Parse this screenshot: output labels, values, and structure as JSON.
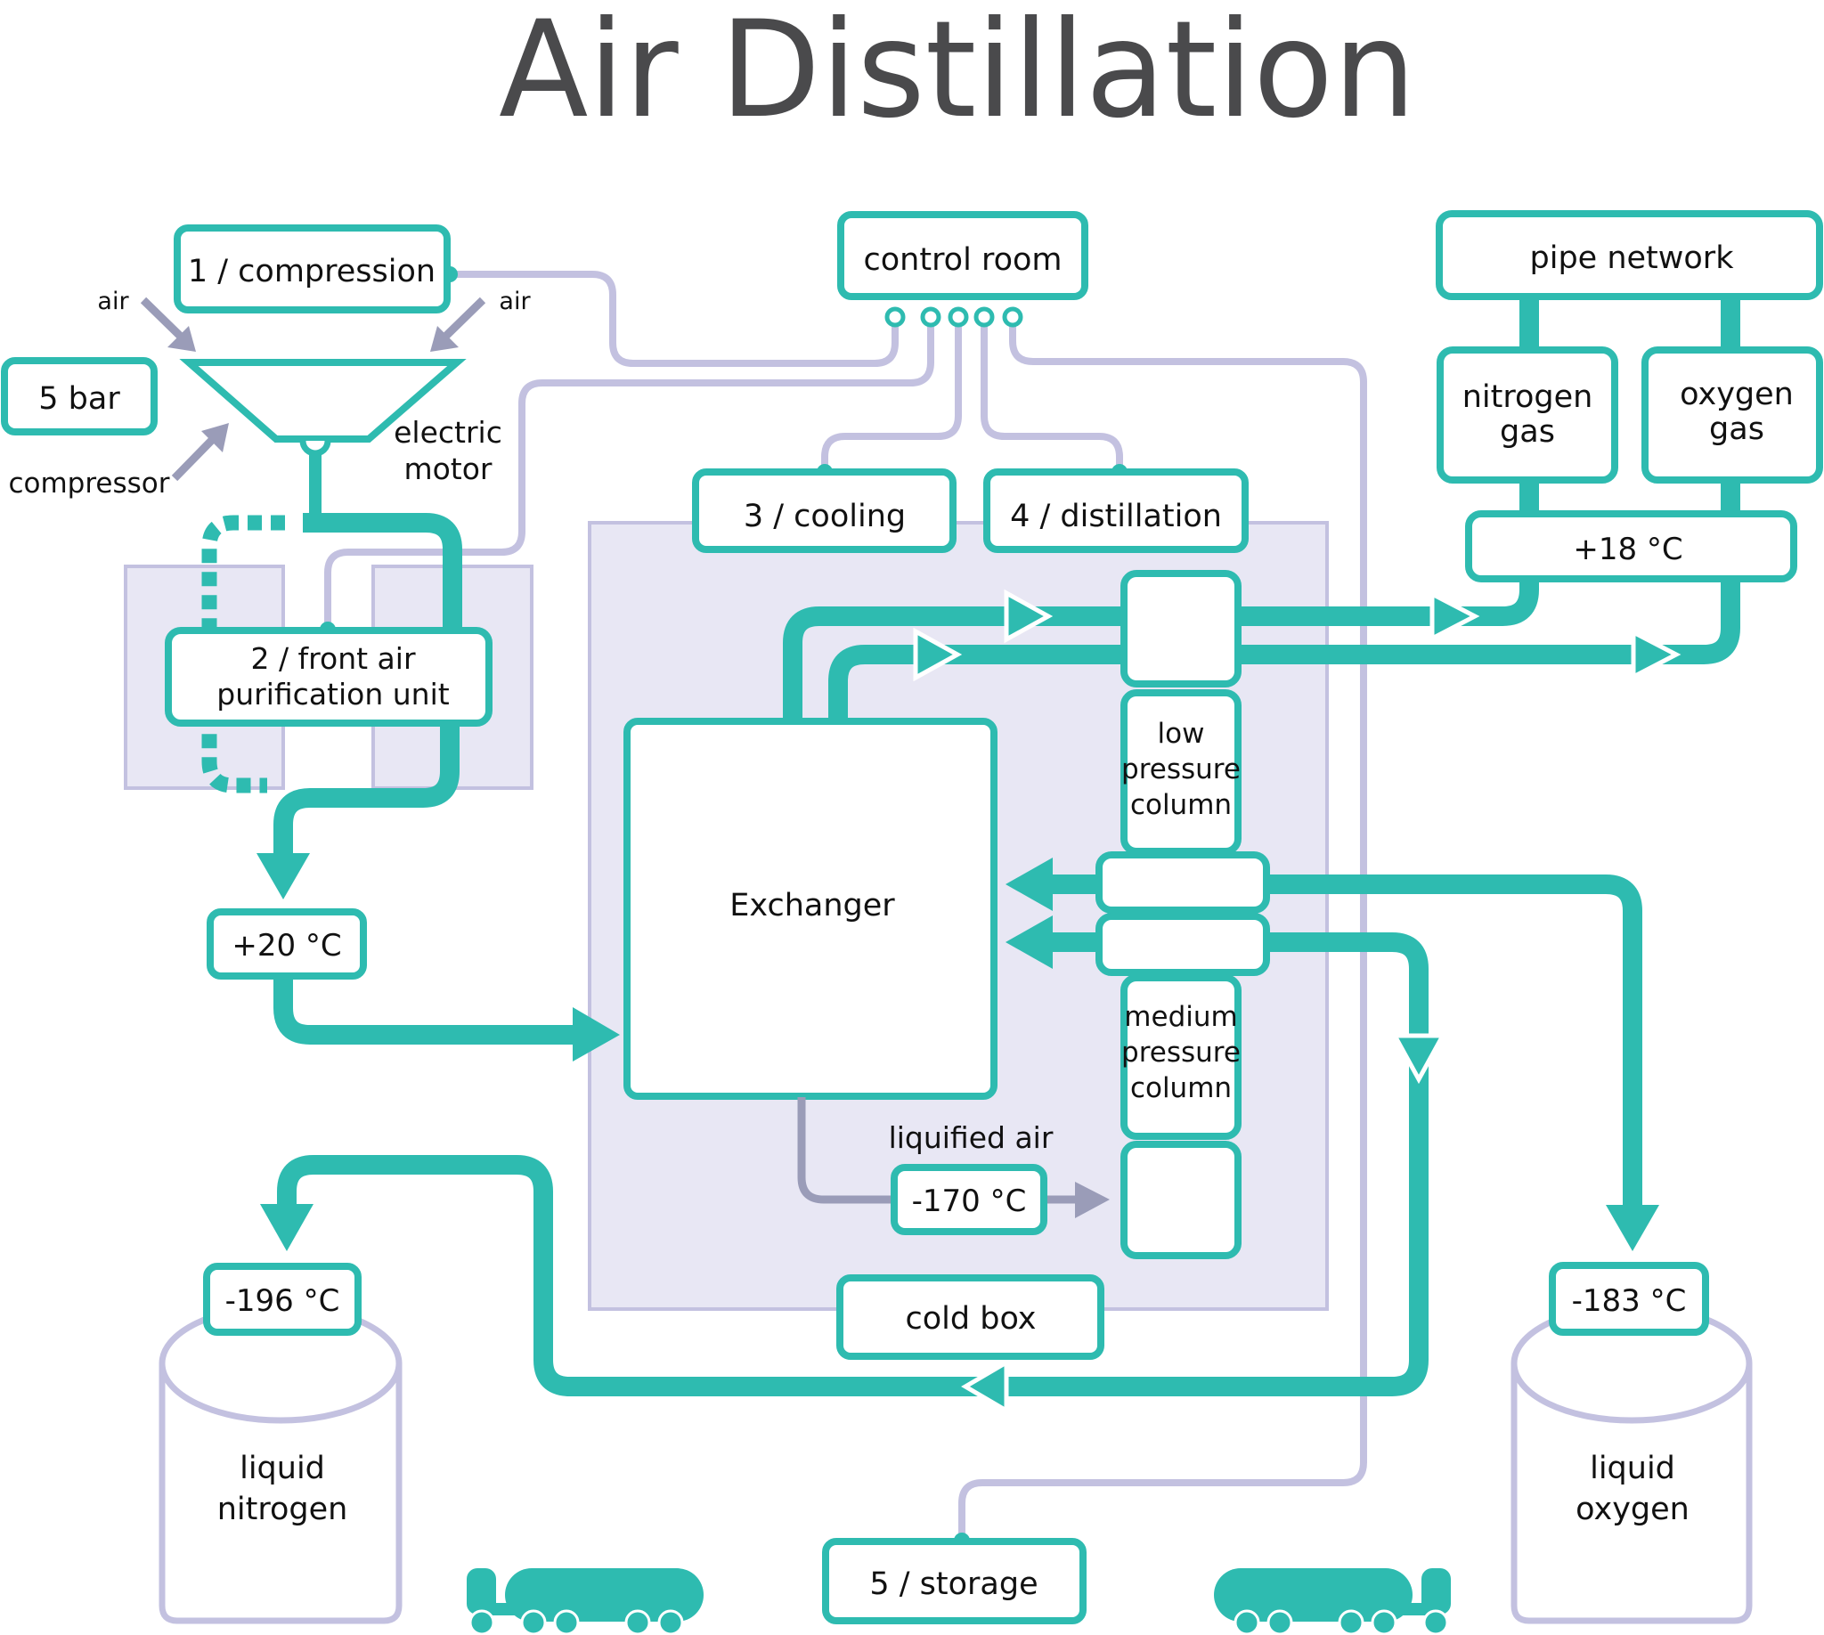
{
  "title": "Air Distillation",
  "colors": {
    "accent": "#2ebbb0",
    "wire": "#c3c1e0",
    "zone": "#e8e7f4",
    "air_arrow": "#9a9cb8",
    "title": "#4a4a4c"
  },
  "compression": {
    "step_label": "1 / compression",
    "air_left": "air",
    "air_right": "air",
    "pressure_label": "5 bar",
    "compressor_label": "compressor",
    "motor_label_line1": "electric",
    "motor_label_line2": "motor"
  },
  "control_room": {
    "label": "control room",
    "port_count": 5
  },
  "purification": {
    "label_line1": "2 / front air",
    "label_line2": "purification unit"
  },
  "temp_after_purification": "+20 °C",
  "cooling": {
    "label": "3 / cooling"
  },
  "distillation": {
    "label": "4 / distillation"
  },
  "exchanger": {
    "label": "Exchanger"
  },
  "columns": {
    "low": {
      "line1": "low",
      "line2": "pressure",
      "line3": "column"
    },
    "medium": {
      "line1": "medium",
      "line2": "pressure",
      "line3": "column"
    }
  },
  "liquified_air": {
    "label": "liquified air",
    "temp": "-170 °C"
  },
  "cold_box": {
    "label": "cold box"
  },
  "pipe_network": {
    "label": "pipe network",
    "nitrogen_line1": "nitrogen",
    "nitrogen_line2": "gas",
    "oxygen_line1": "oxygen",
    "oxygen_line2": "gas",
    "temp": "+18 °C"
  },
  "storage": {
    "label": "5 / storage",
    "nitrogen_temp": "-196 °C",
    "nitrogen_line1": "liquid",
    "nitrogen_line2": "nitrogen",
    "oxygen_temp": "-183 °C",
    "oxygen_line1": "liquid",
    "oxygen_line2": "oxygen"
  }
}
